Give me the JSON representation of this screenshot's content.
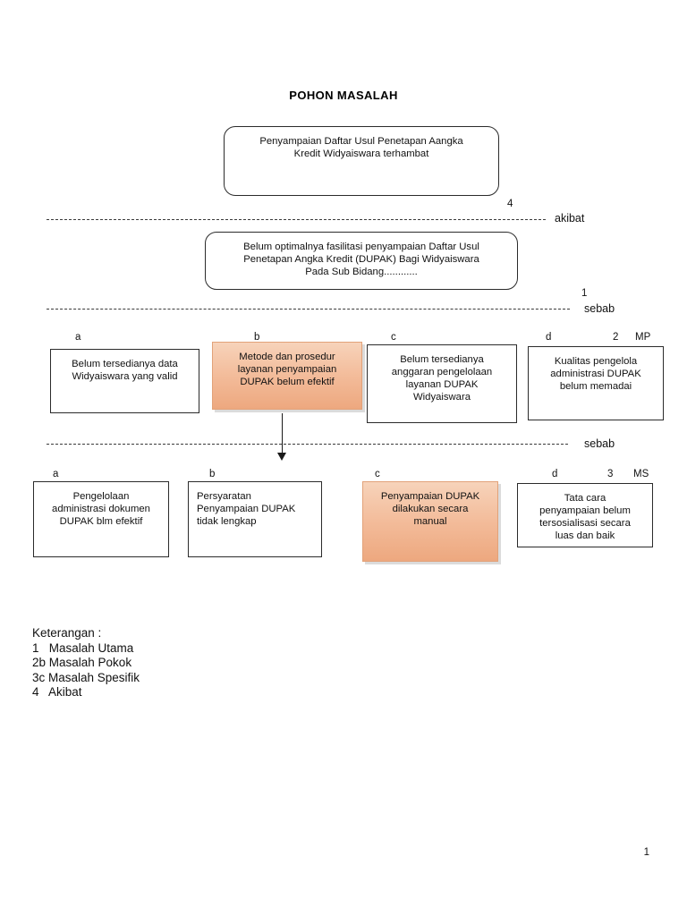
{
  "document": {
    "title": "POHON MASALAH",
    "page_number": "1"
  },
  "effect_box": {
    "text": "Penyampaian Daftar Usul Penetapan Aangka\nKredit Widyaiswara terhambat"
  },
  "separator_akibat": {
    "number": "4",
    "label": "akibat"
  },
  "core_box": {
    "text": "Belum optimalnya fasilitasi penyampaian Daftar Usul\nPenetapan Angka Kredit (DUPAK) Bagi Widyaiswara\nPada Sub Bidang............"
  },
  "separator_sebab_1": {
    "number": "1",
    "label": "sebab"
  },
  "row_main": {
    "code_number": "2",
    "code_letters": "MP",
    "items": [
      {
        "letter": "a",
        "text": "Belum tersedianya data\nWidyaiswara yang valid",
        "highlight": "false"
      },
      {
        "letter": "b",
        "text": "Metode dan prosedur\nlayanan penyampaian\nDUPAK belum efektif",
        "highlight": "true"
      },
      {
        "letter": "c",
        "text": "Belum tersedianya\nanggaran pengelolaan\nlayanan DUPAK\nWidyaiswara",
        "highlight": "false"
      },
      {
        "letter": "d",
        "text": "Kualitas pengelola\nadministrasi DUPAK\nbelum memadai",
        "highlight": "false"
      }
    ]
  },
  "separator_sebab_2": {
    "label": "sebab"
  },
  "row_specific": {
    "code_number": "3",
    "code_letters": "MS",
    "items": [
      {
        "letter": "a",
        "text": "Pengelolaan\nadministrasi dokumen\nDUPAK blm efektif",
        "highlight": "false"
      },
      {
        "letter": "b",
        "text": "Persyaratan\nPenyampaian DUPAK\ntidak lengkap",
        "highlight": "false"
      },
      {
        "letter": "c",
        "text": "Penyampaian DUPAK\ndilakukan secara\nmanual",
        "highlight": "true"
      },
      {
        "letter": "d",
        "text": "Tata cara\npenyampaian belum\ntersosialisasi secara\nluas dan baik",
        "highlight": "false"
      }
    ]
  },
  "legend": {
    "heading": "Keterangan :",
    "rows": [
      "1   Masalah Utama",
      "2b Masalah Pokok",
      "3c Masalah Spesifik",
      "4   Akibat"
    ]
  },
  "colors": {
    "highlight_top": "#f7d3ba",
    "highlight_bottom": "#eda87f",
    "line": "#3a3a3a"
  }
}
